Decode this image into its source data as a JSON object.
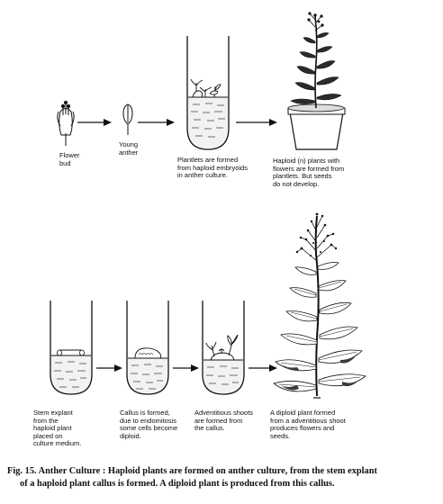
{
  "labels": {
    "flower_bud": [
      "Flower",
      "bud"
    ],
    "young_anther": [
      "Young",
      "anther"
    ],
    "plantlets": [
      "Plantlets are formed",
      "from haploid embryoids",
      "in anther culture."
    ],
    "haploid_plants": [
      "Haploid (n) plants with",
      "flowers are formed from",
      "plantlets. But seeds",
      "do not develop."
    ],
    "stem_explant": [
      "Stem explant",
      "from the",
      "haploid plant",
      "placed on",
      "culture medium."
    ],
    "callus": [
      "Callus is formed,",
      "due to endomitosis",
      "some cells become",
      "diploid."
    ],
    "adventitious": [
      "Adventitious shoots",
      "are formed from",
      "the callus."
    ],
    "diploid_plant": [
      "A diploid plant formed",
      "from a adventitious shoot",
      "produces flowers and",
      "seeds."
    ]
  },
  "caption": {
    "line1": "Fig. 15. Anther Culture : Haploid plants are formed on anther culture, from the stem explant",
    "line2": "of a haploid plant callus is formed. A diploid plant is produced from this callus."
  }
}
